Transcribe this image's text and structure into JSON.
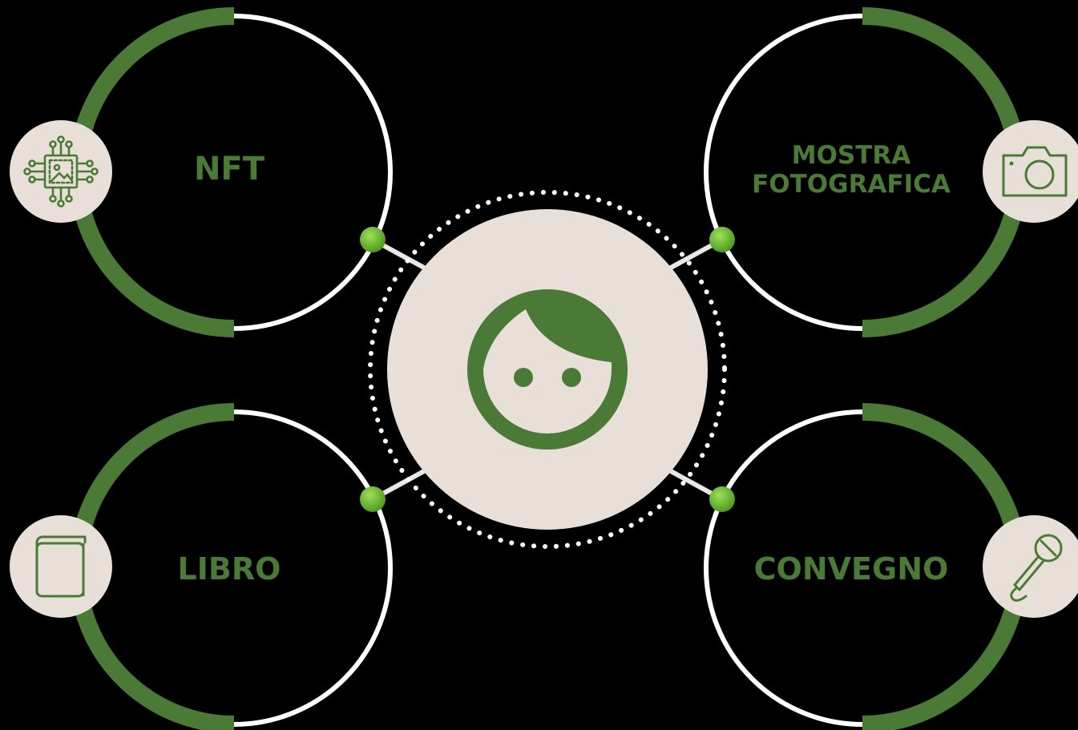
{
  "diagram": {
    "colors": {
      "background": "#000000",
      "green": "#4a7a36",
      "accent_green": "#6cb82e",
      "cream": "#e8e0d8",
      "white": "#ffffff"
    },
    "center": {
      "icon": "face-icon"
    },
    "nodes": [
      {
        "id": "nft",
        "label": "NFT",
        "icon": "circuit-image-icon"
      },
      {
        "id": "mostra",
        "label_line1": "MOSTRA",
        "label_line2": "FOTOGRAFICA",
        "icon": "camera-icon"
      },
      {
        "id": "libro",
        "label": "LIBRO",
        "icon": "book-icon"
      },
      {
        "id": "convegno",
        "label": "CONVEGNO",
        "icon": "microphone-icon"
      }
    ]
  }
}
